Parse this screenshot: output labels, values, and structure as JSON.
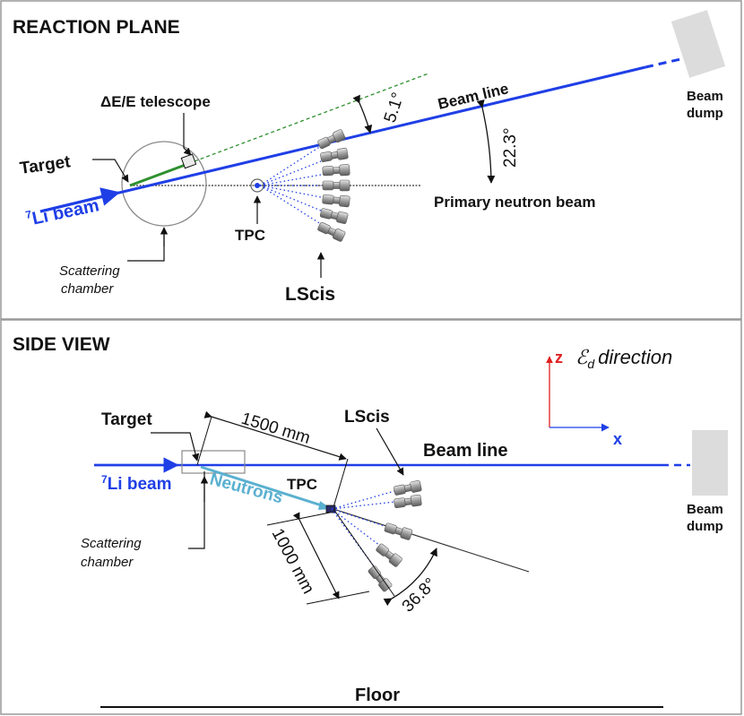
{
  "top_panel": {
    "title": "REACTION PLANE",
    "telescope_label": "ΔE/E telescope",
    "angle_small": "5.1°",
    "beam_line": "Beam line",
    "angle_large": "22.3°",
    "beam_dump_1": "Beam",
    "beam_dump_2": "dump",
    "target": "Target",
    "li_beam_sup": "7",
    "li_beam": "Li beam",
    "primary_beam": "Primary neutron beam",
    "tpc": "TPC",
    "chamber_1": "Scattering",
    "chamber_2": "chamber",
    "lscis": "LScis"
  },
  "bottom_panel": {
    "title": "SIDE VIEW",
    "axis_z": "z",
    "axis_x": "x",
    "field_label": "direction",
    "field_symbol": "ℰ",
    "field_sub": "d",
    "target": "Target",
    "dist_1500": "1500 mm",
    "lscis": "LScis",
    "beam_line": "Beam line",
    "tpc": "TPC",
    "li_beam_sup": "7",
    "li_beam": "Li beam",
    "neutrons": "Neutrons",
    "beam_dump_1": "Beam",
    "beam_dump_2": "dump",
    "chamber_1": "Scattering",
    "chamber_2": "chamber",
    "dist_1000": "1000 mm",
    "angle": "36.8°",
    "floor": "Floor"
  },
  "colors": {
    "beam": "#1f3fe6",
    "telescope_line": "#2f8f2f",
    "neutrons": "#5ab0d0",
    "axis_z": "#e02020",
    "axis_x": "#1f3fe6",
    "dump": "#dcdcdc"
  }
}
